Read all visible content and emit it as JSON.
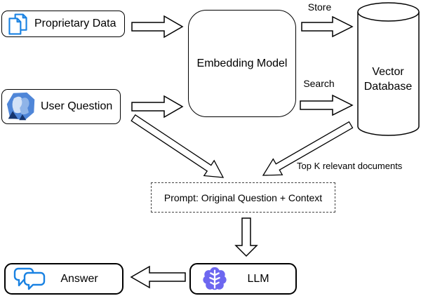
{
  "nodes": {
    "proprietary_data": "Proprietary Data",
    "user_question": "User Question",
    "embedding_model": "Embedding Model",
    "vector_database": "Vector Database",
    "prompt": "Prompt: Original Question + Context",
    "llm": "LLM",
    "answer": "Answer"
  },
  "edges": {
    "store": "Store",
    "search": "Search",
    "top_k": "Top K relevant documents"
  },
  "icons": {
    "proprietary_data": "documents-icon",
    "user_question": "user-faces-icon",
    "llm": "brain-icon",
    "answer": "chat-bubbles-icon"
  },
  "colors": {
    "icon_blue": "#1a82e2",
    "brain_purple": "#6d67f0",
    "user_icon_base": "#4f86d8",
    "user_icon_face_light": "#d3e2f7",
    "user_icon_face_mid": "#8fb4e8",
    "user_icon_dark": "#16356e",
    "border": "#000000",
    "background": "#ffffff"
  }
}
